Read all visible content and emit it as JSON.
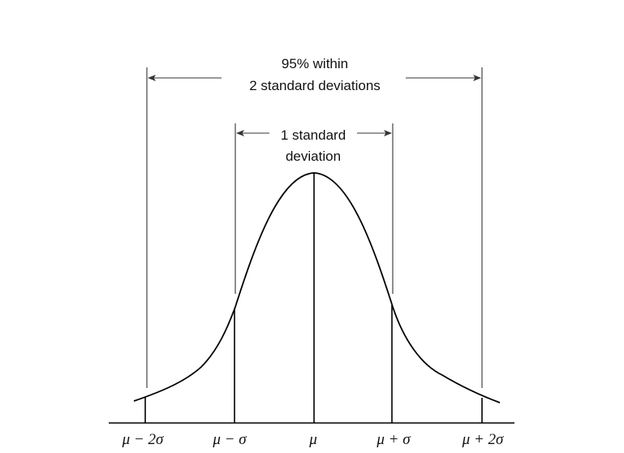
{
  "annotations": {
    "two_sd_line1": "95% within",
    "two_sd_line2": "2 standard deviations",
    "one_sd_line1": "1 standard",
    "one_sd_line2": "deviation"
  },
  "axis_labels": {
    "minus_2sigma": "μ − 2σ",
    "minus_sigma": "μ − σ",
    "mu": "μ",
    "plus_sigma": "μ + σ",
    "plus_2sigma": "μ + 2σ"
  }
}
